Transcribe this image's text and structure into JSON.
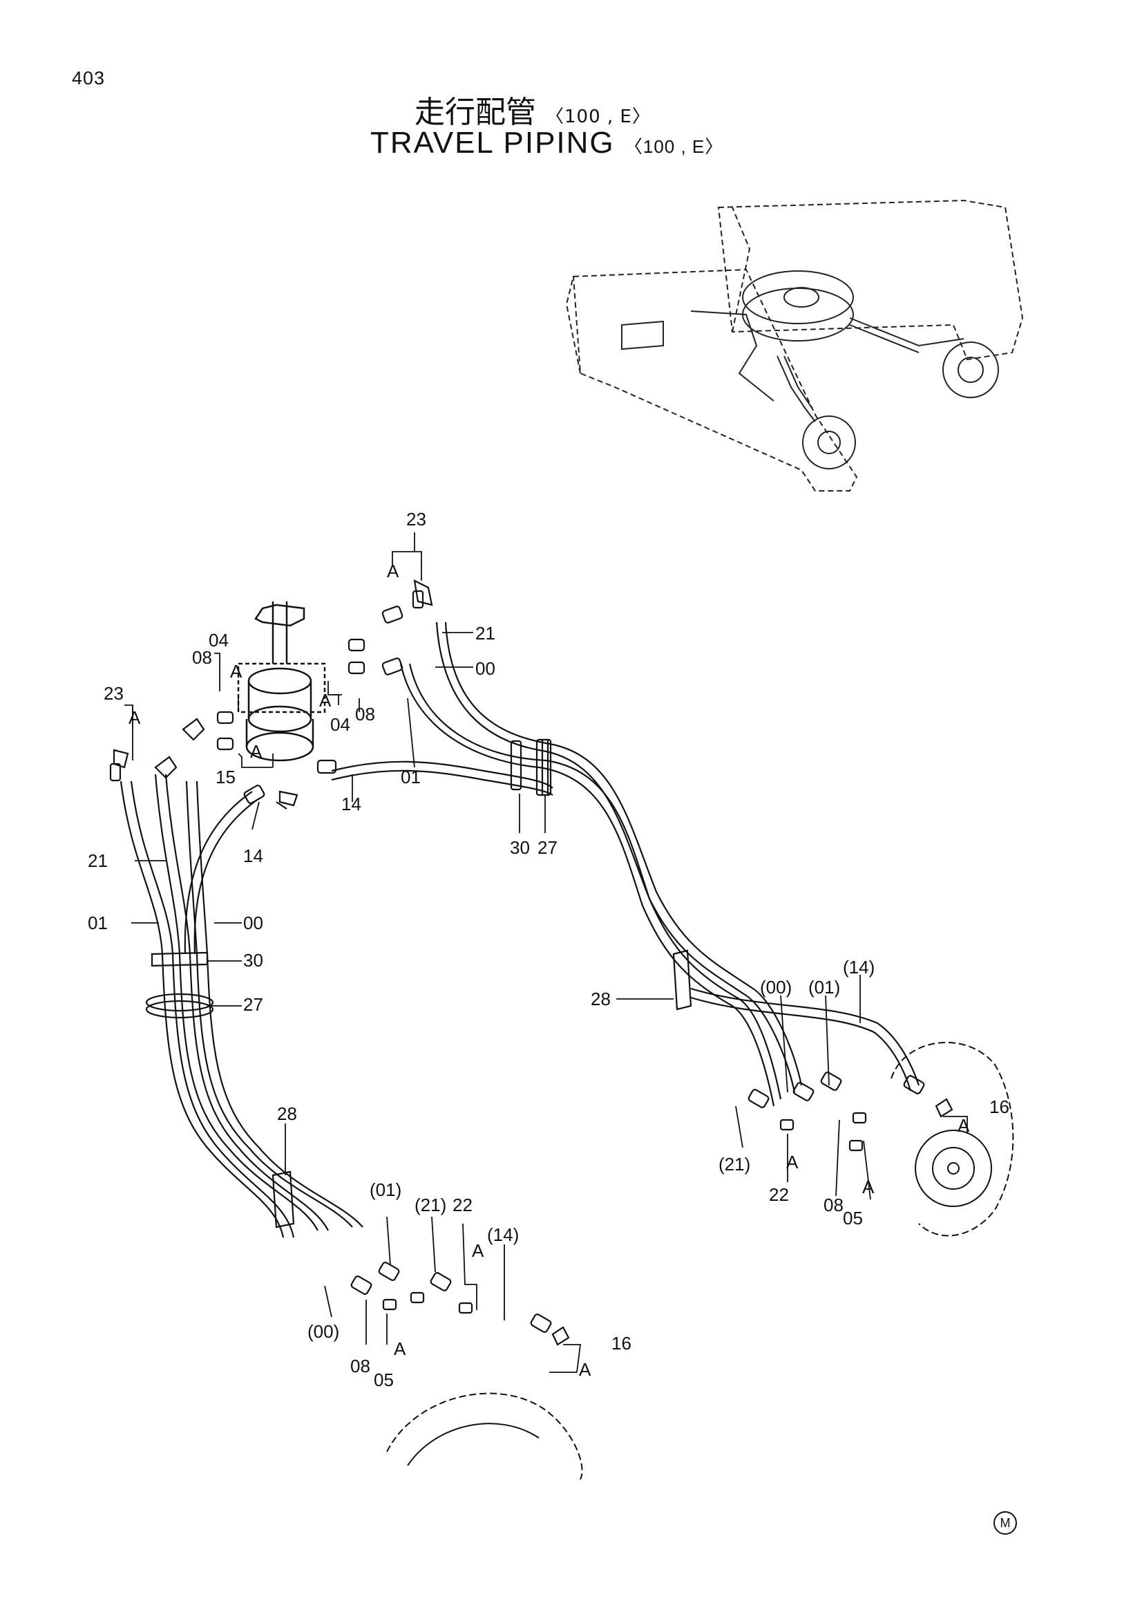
{
  "page_number": "403",
  "title": {
    "japanese": "走行配管",
    "english": "TRAVEL PIPING",
    "variant": "〈100 , E〉"
  },
  "part_labels": {
    "p23": "23",
    "p21": "21",
    "p00": "00",
    "p04": "04",
    "p08": "08",
    "p01": "01",
    "p14": "14",
    "p15": "15",
    "p30": "30",
    "p27": "27",
    "p28": "28",
    "p16": "16",
    "p22": "22",
    "p05": "05",
    "p00_ref": "(00)",
    "p01_ref": "(01)",
    "p14_ref": "(14)",
    "p21_ref": "(21)",
    "detail_a": "A"
  },
  "corner_mark": "M"
}
